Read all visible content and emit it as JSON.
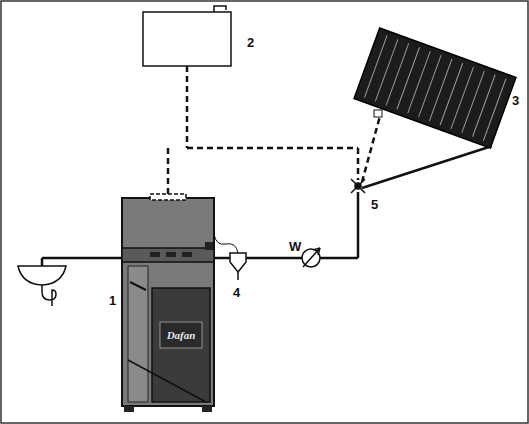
{
  "diagram": {
    "labels": [
      "2",
      "3",
      "5",
      "W",
      "4",
      "1",
      "Dafan"
    ]
  }
}
